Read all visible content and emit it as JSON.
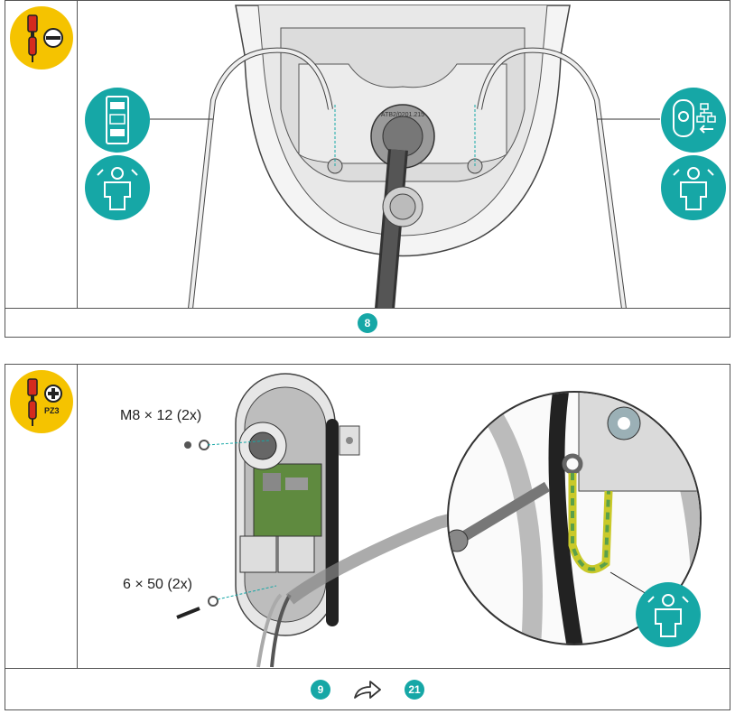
{
  "step1": {
    "step_number": "8",
    "tool": "screwdriver-flat-icon",
    "module_label": "ATB2/0201.215",
    "icons_left": [
      "din-rail-meter-icon",
      "qualified-electrician-icon"
    ],
    "icons_right": [
      "rfid-network-module-icon",
      "qualified-electrician-icon"
    ]
  },
  "step2": {
    "tool": "screwdriver-phillips-icon",
    "tool_label": "PZ3",
    "screw_top_label": "M8 × 12 (2x)",
    "screw_bottom_label": "6 × 50 (2x)",
    "step_number": "9",
    "next_step": "21",
    "arrow": "forward-arrow-icon",
    "zoom_icon": "qualified-electrician-icon"
  },
  "colors": {
    "teal": "#16a7a6",
    "yellow": "#f5c300",
    "border": "#555555"
  }
}
